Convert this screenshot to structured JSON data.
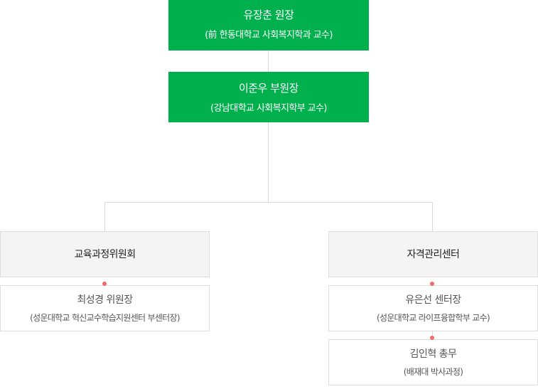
{
  "director": {
    "name": "유장춘 원장",
    "affiliation": "(前 한동대학교 사회복지학과 교수)"
  },
  "vice_director": {
    "name": "이준우 부원장",
    "affiliation": "(강남대학교 사회복지학부 교수)"
  },
  "departments": [
    {
      "title": "교육과정위원회",
      "members": [
        {
          "name": "최성경 위원장",
          "affiliation": "(성운대학교 혁신교수학습지원센터 부센터장)"
        }
      ]
    },
    {
      "title": "자격관리센터",
      "members": [
        {
          "name": "유은선 센터장",
          "affiliation": "(성운대학교 라이프융합학부 교수)"
        },
        {
          "name": "김인혁 총무",
          "affiliation": "(배재대 박사과정)"
        }
      ]
    }
  ],
  "colors": {
    "leadership_box": "#00b04c",
    "connector_dot": "#f26b6b",
    "connector_line": "#d9d9d9",
    "department_box": "#f4f4f4"
  }
}
